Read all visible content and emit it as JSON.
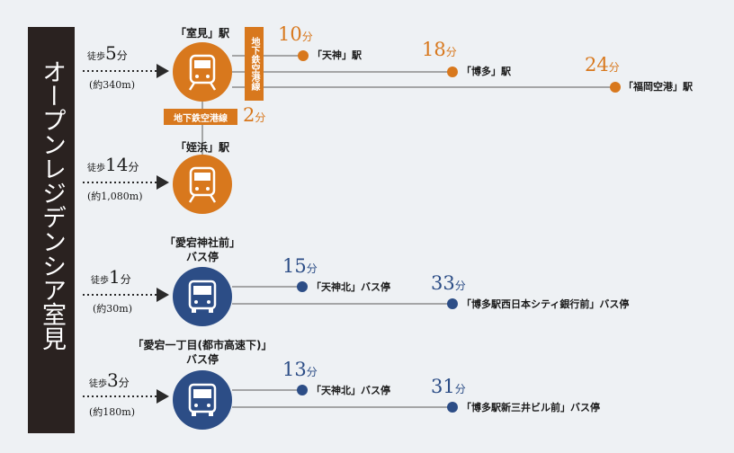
{
  "title": "オープンレジデンシア室見",
  "walk_prefix": "徒歩",
  "minute_unit": "分",
  "colors": {
    "subway": "#d8781d",
    "bus": "#2c4d86",
    "title_bg": "#2a2220",
    "line": "#8c8c8c"
  },
  "subway_line_name": "地下鉄空港線",
  "routes": [
    {
      "origin": "「室見」駅",
      "walk_minutes": "5",
      "walk_distance": "(約340m)",
      "icon": "train-icon",
      "destinations": [
        {
          "name": "「天神」駅",
          "minutes": "10"
        },
        {
          "name": "「博多」駅",
          "minutes": "18"
        },
        {
          "name": "「福岡空港」駅",
          "minutes": "24"
        }
      ]
    },
    {
      "origin": "「姪浜」駅",
      "walk_minutes": "14",
      "walk_distance": "(約1,080m)",
      "icon": "train-icon",
      "transfer_minutes": "2"
    },
    {
      "origin_line1": "「愛宕神社前」",
      "origin_line2": "バス停",
      "walk_minutes": "1",
      "walk_distance": "(約30m)",
      "icon": "bus-icon",
      "destinations": [
        {
          "name": "「天神北」バス停",
          "minutes": "15"
        },
        {
          "name": "「博多駅西日本シティ銀行前」バス停",
          "minutes": "33"
        }
      ]
    },
    {
      "origin_line1": "「愛宕一丁目(都市高速下)」",
      "origin_line2": "バス停",
      "walk_minutes": "3",
      "walk_distance": "(約180m)",
      "icon": "bus-icon",
      "destinations": [
        {
          "name": "「天神北」バス停",
          "minutes": "13"
        },
        {
          "name": "「博多駅新三井ビル前」バス停",
          "minutes": "31"
        }
      ]
    }
  ]
}
